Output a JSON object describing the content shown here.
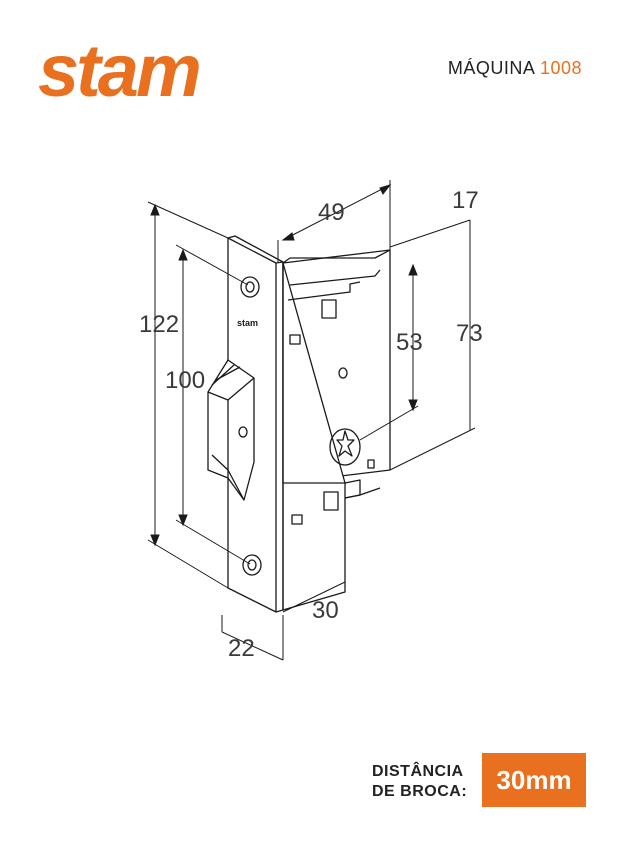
{
  "brand": {
    "logo_text": "stam",
    "color": "#e8701f"
  },
  "header": {
    "product": "MÁQUINA",
    "model": "1008"
  },
  "plate_mark": {
    "brand": "stam"
  },
  "dimensions": {
    "total_height": "122",
    "hole_spacing": "100",
    "body_depth": "49",
    "bolt_projection": "17",
    "body_height": "73",
    "hub_offset": "53",
    "backset": "30",
    "faceplate_width": "22"
  },
  "footer": {
    "label_line1": "DISTÂNCIA",
    "label_line2": "DE BROCA:",
    "value": "30mm"
  }
}
